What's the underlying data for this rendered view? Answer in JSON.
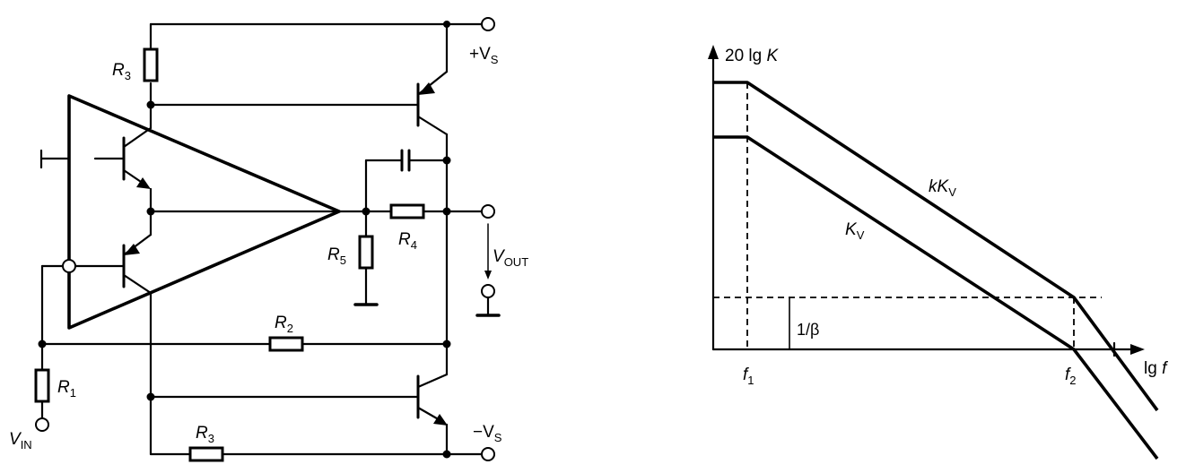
{
  "circuit": {
    "supply_pos": {
      "main": "+V",
      "sub": "S"
    },
    "supply_neg": {
      "main": "−V",
      "sub": "S"
    },
    "r3_top": {
      "main": "R",
      "sub": "3"
    },
    "r3_bottom": {
      "main": "R",
      "sub": "3"
    },
    "r1": {
      "main": "R",
      "sub": "1"
    },
    "r2": {
      "main": "R",
      "sub": "2"
    },
    "r4": {
      "main": "R",
      "sub": "4"
    },
    "r5": {
      "main": "R",
      "sub": "5"
    },
    "vin": {
      "main": "V",
      "sub": "IN"
    },
    "vout": {
      "main": "V",
      "sub": "OUT"
    }
  },
  "bode": {
    "y_axis_label": {
      "prefix": "20 lg ",
      "var": "K"
    },
    "x_axis_label": {
      "prefix": "lg ",
      "var": "f"
    },
    "curve_kkv": {
      "pre": "kK",
      "sub": "V"
    },
    "curve_kv": {
      "pre": "K",
      "sub": "V"
    },
    "f1": {
      "main": "f",
      "sub": "1"
    },
    "f2": {
      "main": "f",
      "sub": "2"
    },
    "beta_label": "1/β"
  }
}
